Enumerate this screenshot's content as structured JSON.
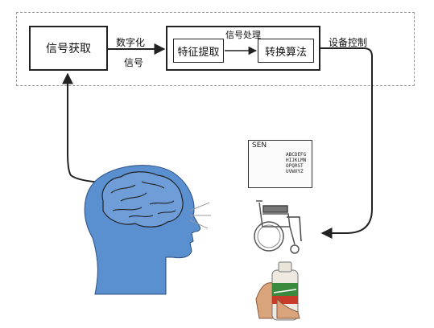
{
  "pipeline": {
    "acquisition": "信号获取",
    "digitize_line1": "数字化",
    "digitize_line2": "信号",
    "processing_title": "信号处理",
    "feature_extraction": "特征提取",
    "conversion_algorithm": "转换算法",
    "device_control": "设备控制"
  },
  "devices": {
    "screen_title": "SEN",
    "screen_letters": "ABCDEFG\nHIJKLMN\nOPQRST\nUVWXYZ"
  },
  "colors": {
    "head": "#5a8fd0",
    "line": "#222222",
    "frame": "#9a9a9a"
  },
  "icons": [
    "brain-head-icon",
    "speller-screen-icon",
    "wheelchair-icon",
    "hand-bottle-icon"
  ]
}
